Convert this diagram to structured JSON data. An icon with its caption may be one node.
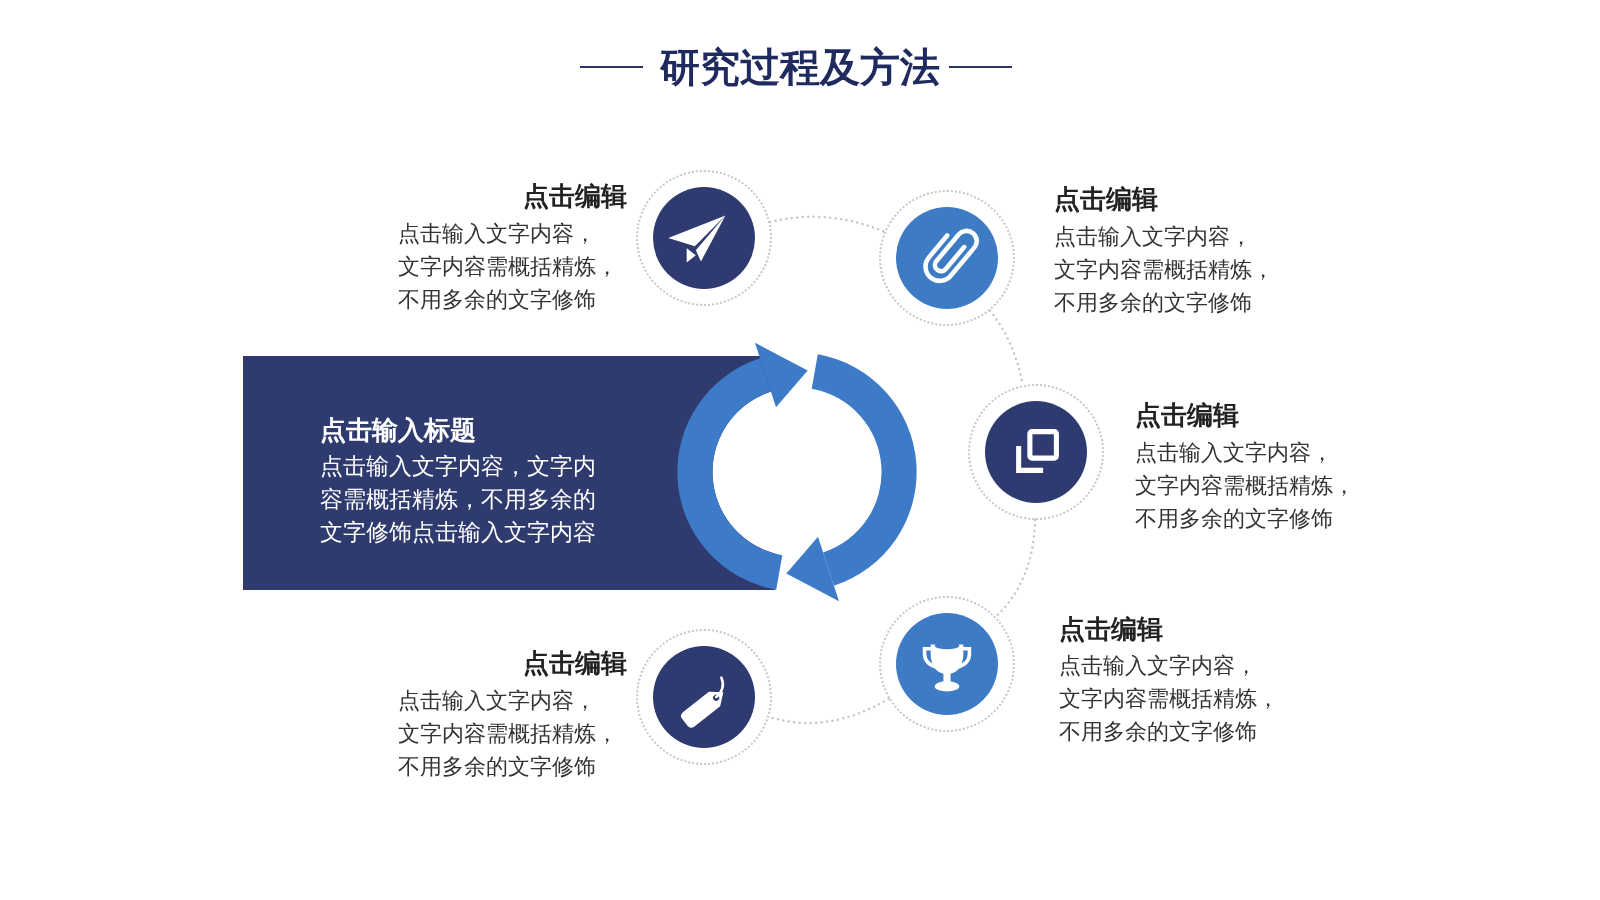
{
  "diagram": {
    "title": "研究过程及方法",
    "nodes": [
      {
        "text": [
          "点击编辑",
          "点击输入文字内容，文字内容需概括精炼，不用多余的文字修饰"
        ]
      },
      {
        "text": [
          "点击编辑",
          "点击输入文字内容，文字内容需概括精炼，不用多余的文字修饰"
        ]
      },
      {
        "text": [
          "点击输入标题",
          "点击输入文字内容，文字内容需概括精炼，不用多余的文字修饰点击输入文字内容"
        ]
      },
      {
        "text": [
          "点击编辑",
          "点击输入文字内容，文字内容需概括精炼，不用多余的文字修饰"
        ]
      },
      {
        "text": [
          "点击编辑",
          "点击输入文字内容，文字内容需概括精炼，不用多余的文字修饰"
        ]
      },
      {
        "text": [
          "点击编辑",
          "点击输入文字内容，文字内容需概括精炼，不用多余的文字修饰"
        ]
      }
    ],
    "edges": [
      {
        "from": 0,
        "to": 1,
        "arrow": "none",
        "style": "dashed"
      },
      {
        "from": 1,
        "to": 3,
        "arrow": "none",
        "style": "dashed"
      },
      {
        "from": 3,
        "to": 4,
        "arrow": "none",
        "style": "dashed"
      },
      {
        "from": 4,
        "to": 5,
        "arrow": "none",
        "style": "dashed"
      }
    ]
  }
}
